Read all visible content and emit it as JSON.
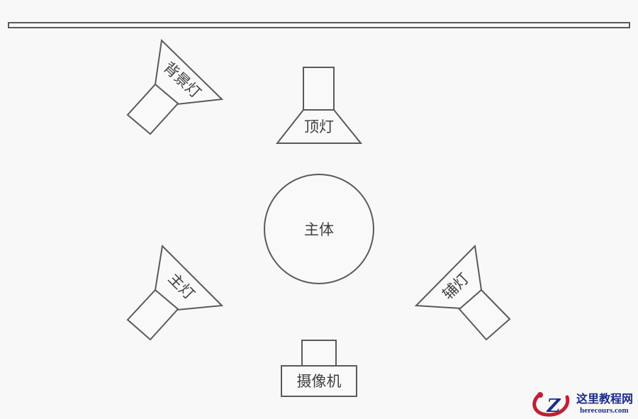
{
  "labels": {
    "backlight": "背景灯",
    "toplight": "顶灯",
    "subject": "主体",
    "keylight": "主灯",
    "filllight": "辅灯",
    "camera": "摄像机"
  },
  "watermark": {
    "logo_letter": "Z",
    "site_name": "这里教程网",
    "site_url": "herecours.com"
  },
  "colors": {
    "stroke": "#5a5a5a",
    "text": "#404040",
    "background": "#f8f8f8",
    "watermark_blue": "#1b2c8c",
    "watermark_red": "#c21f2f"
  }
}
